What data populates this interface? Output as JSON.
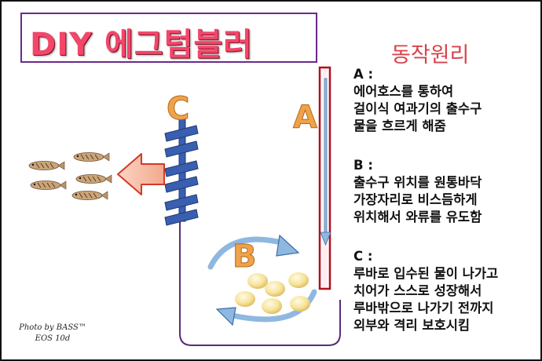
{
  "title": "DIY 에그텀블러",
  "subtitle": "동작원리",
  "labels": {
    "a": "A",
    "b": "B",
    "c": "C"
  },
  "sections": [
    {
      "heading": "A :",
      "lines": [
        "에어호스를 통하여",
        "걸이식 여과기의 출수구",
        "물을 흐르게 해줌"
      ]
    },
    {
      "heading": "B :",
      "lines": [
        "출수구 위치를 원통바닥",
        "가장자리로 비스듬하게",
        "위치해서 와류를 유도함"
      ]
    },
    {
      "heading": "C :",
      "lines": [
        "루바로 입수된 물이 나가고",
        "치어가 스스로 성장해서",
        "루바밖으로 나가기 전까지",
        "외부와 격리 보호시킴"
      ]
    }
  ],
  "credit": {
    "line1": "Photo by BASS™",
    "line2": "EOS 10d"
  },
  "colors": {
    "title": "#f3466a",
    "subtitle": "#d8434b",
    "label": "#f0a24a",
    "tube": "#b01020",
    "container": "#5a2a7a",
    "flow_arrow": "#8fb8e0",
    "filter_blue": "#3a5fb0",
    "egg": "#f7e39a",
    "left_arrow_fill": "#f3b8a0",
    "left_arrow_stroke": "#d23a2a"
  },
  "icons": [
    "fish-icon",
    "left-arrow-icon",
    "filter-mesh-icon",
    "air-tube-icon",
    "swirl-arrow-icon",
    "egg-icon"
  ]
}
